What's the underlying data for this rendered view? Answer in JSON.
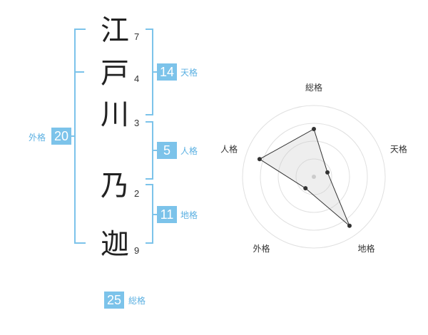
{
  "name_chars": [
    {
      "char": "江",
      "strokes": "7"
    },
    {
      "char": "戸",
      "strokes": "4"
    },
    {
      "char": "川",
      "strokes": "3"
    },
    {
      "char": "乃",
      "strokes": "2"
    },
    {
      "char": "迦",
      "strokes": "9"
    }
  ],
  "kakusu": {
    "tenkaku": {
      "value": "14",
      "label": "天格"
    },
    "jinkaku": {
      "value": "5",
      "label": "人格"
    },
    "chikaku": {
      "value": "11",
      "label": "地格"
    },
    "gaikaku": {
      "value": "20",
      "label": "外格"
    },
    "soukaku": {
      "value": "25",
      "label": "総格"
    }
  },
  "colors": {
    "accent": "#7cc3ea",
    "label": "#5bb0e2"
  },
  "radar": {
    "axes": [
      "総格",
      "天格",
      "地格",
      "外格",
      "人格"
    ],
    "values": [
      0.67,
      0.2,
      0.85,
      0.2,
      0.8
    ]
  }
}
